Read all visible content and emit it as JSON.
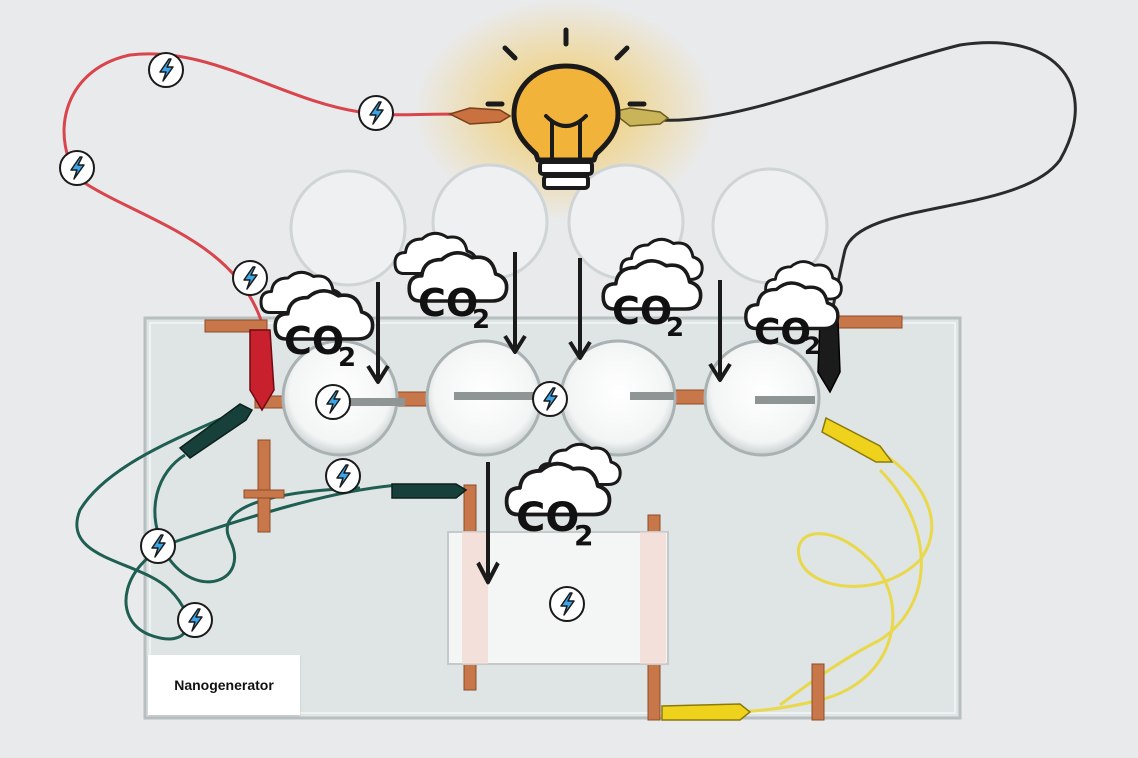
{
  "label": "Nanogenerator",
  "molecule": {
    "main": "CO",
    "subscript": "2"
  },
  "icons": {
    "bolt": "lightning-bolt-icon",
    "cloud": "cloud-icon",
    "bulb": "light-bulb-icon",
    "arrow": "arrow-down-icon"
  },
  "colors": {
    "background": "#e9eaeb",
    "glass": "#dfe4e4",
    "copper": "#c8774a",
    "wire_red": "#d8454d",
    "wire_black": "#2b2b2b",
    "wire_green": "#1f5e52",
    "wire_yellow": "#e8d84a",
    "clip_red": "#c8202c",
    "clip_yellow": "#efd21c",
    "clip_green": "#17403a",
    "bulb_glow": "#f4c44a",
    "bulb_fill": "#f2b33a"
  }
}
